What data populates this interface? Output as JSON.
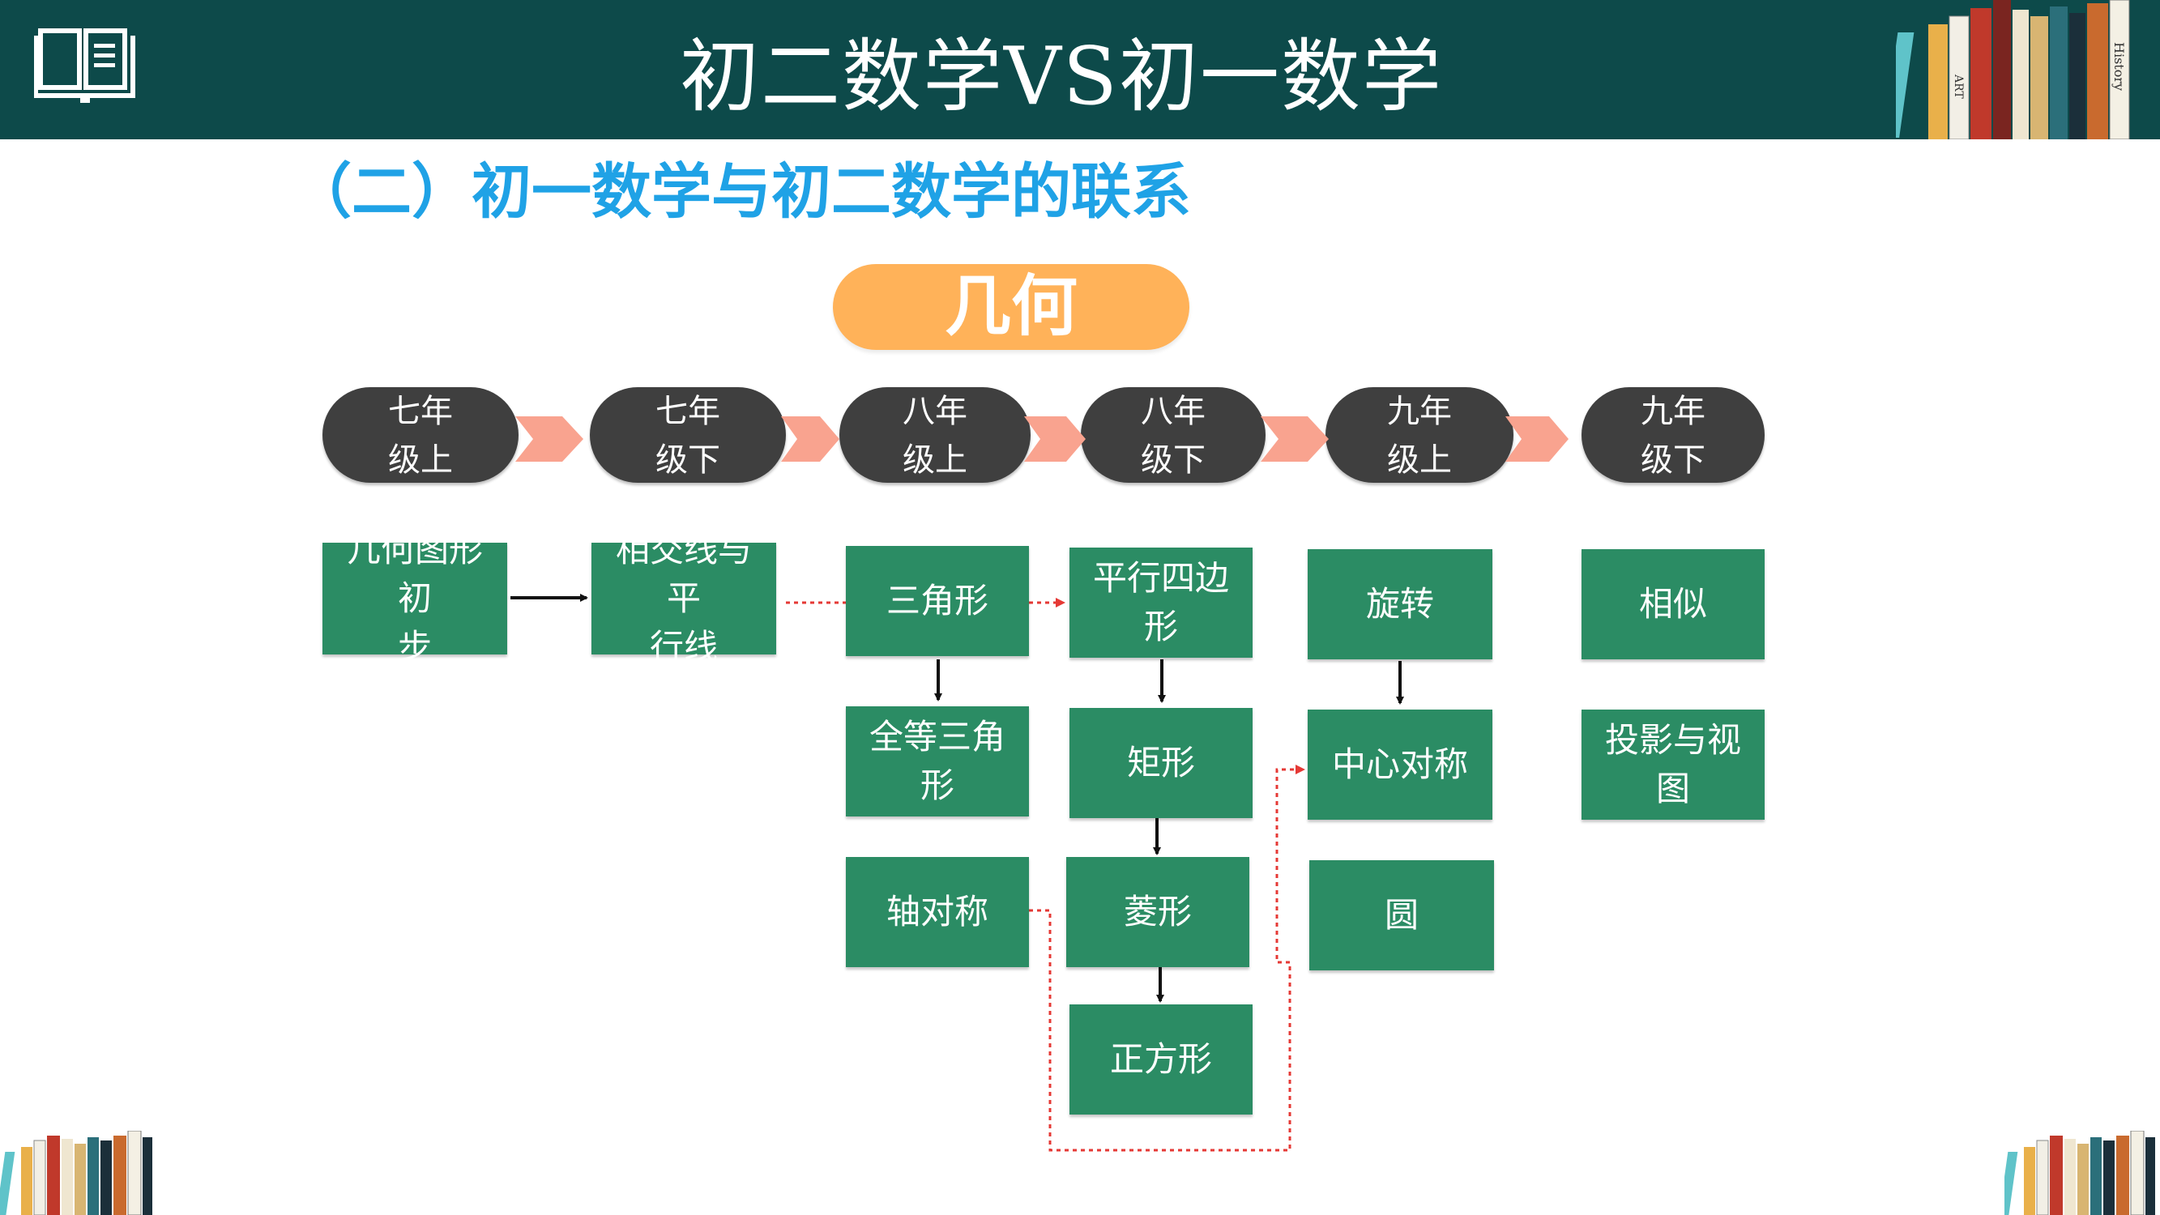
{
  "header": {
    "title": "初二数学VS初一数学"
  },
  "subtitle": "（二）初一数学与初二数学的联系",
  "topic": "几何",
  "stages": [
    {
      "line1": "七年",
      "line2": "级上"
    },
    {
      "line1": "七年",
      "line2": "级下"
    },
    {
      "line1": "八年",
      "line2": "级上"
    },
    {
      "line1": "八年",
      "line2": "级下"
    },
    {
      "line1": "九年",
      "line2": "级上"
    },
    {
      "line1": "九年",
      "line2": "级下"
    }
  ],
  "boxes": {
    "geometry_intro": {
      "line1": "几何图形初",
      "line2": "步"
    },
    "intersecting_lines": {
      "line1": "相交线与平",
      "line2": "行线"
    },
    "triangle": "三角形",
    "congruent_triangles": "全等三角形",
    "axial_symmetry": "轴对称",
    "parallelogram": "平行四边形",
    "rectangle": "矩形",
    "rhombus": "菱形",
    "square": "正方形",
    "rotation": "旋转",
    "central_symmetry": "中心对称",
    "circle": "圆",
    "similarity": "相似",
    "projection_views": "投影与视图"
  },
  "decor": {
    "book_spine_labels": [
      "ART",
      "History"
    ]
  },
  "colors": {
    "header_bg": "#0d4a4a",
    "subtitle": "#1fa2e6",
    "topic_pill": "#ffb259",
    "stage_pill": "#3f3f3f",
    "chevron": "#f9a38f",
    "box": "#2b8c64",
    "dotted_link": "#e53935"
  }
}
